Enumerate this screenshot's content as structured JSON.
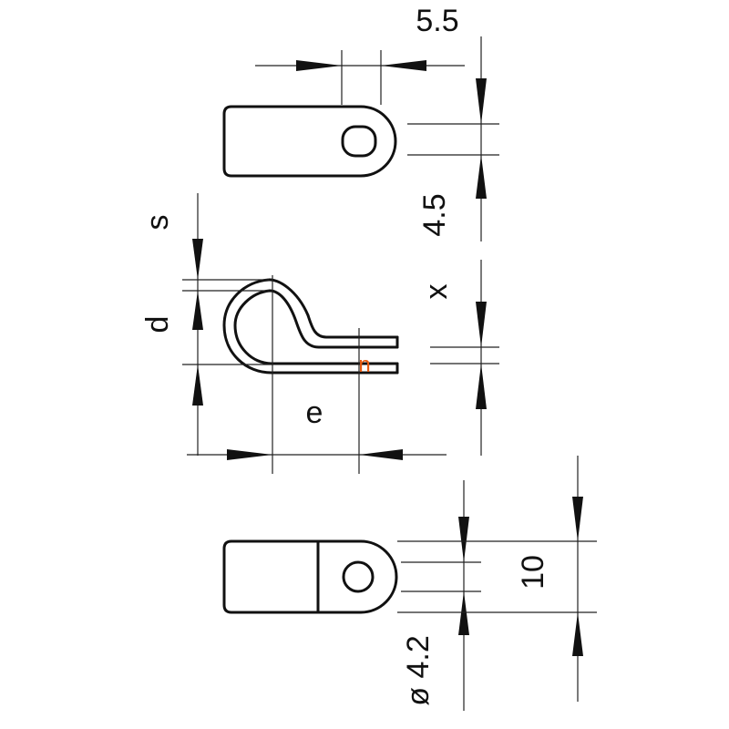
{
  "labels": {
    "top_width": "5.5",
    "slot_height": "4.5",
    "thickness": "s",
    "diameter": "d",
    "gap": "x",
    "center_distance": "e",
    "height": "10",
    "hole_diameter": "ø 4.2",
    "marker": "n"
  },
  "colors": {
    "line": "#111111",
    "marker": "#e8590c"
  }
}
